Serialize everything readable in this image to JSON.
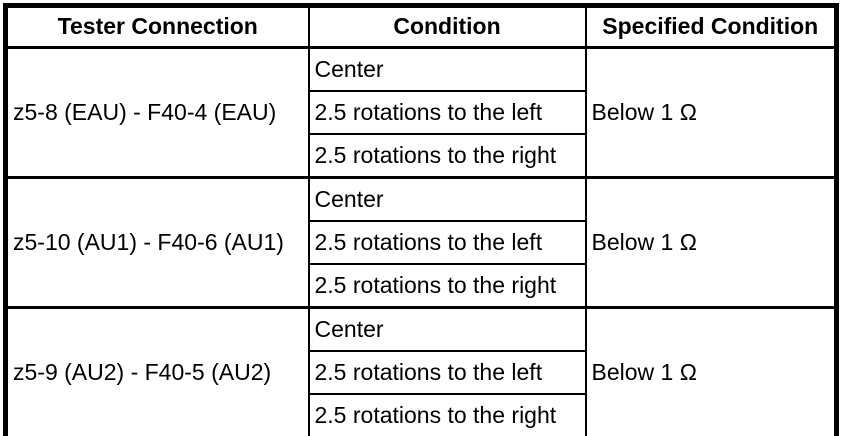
{
  "table": {
    "headers": {
      "tester_connection": "Tester Connection",
      "condition": "Condition",
      "specified_condition": "Specified Condition"
    },
    "groups": [
      {
        "connection": "z5-8 (EAU) - F40-4 (EAU)",
        "conditions": [
          "Center",
          "2.5 rotations to the left",
          "2.5 rotations to the right"
        ],
        "specified": "Below 1 Ω"
      },
      {
        "connection": "z5-10 (AU1) - F40-6 (AU1)",
        "conditions": [
          "Center",
          "2.5 rotations to the left",
          "2.5 rotations to the right"
        ],
        "specified": "Below 1 Ω"
      },
      {
        "connection": "z5-9 (AU2) - F40-5 (AU2)",
        "conditions": [
          "Center",
          "2.5 rotations to the left",
          "2.5 rotations to the right"
        ],
        "specified": "Below 1 Ω"
      }
    ],
    "colors": {
      "border": "#000000",
      "background": "#ffffff",
      "text": "#000000"
    }
  }
}
